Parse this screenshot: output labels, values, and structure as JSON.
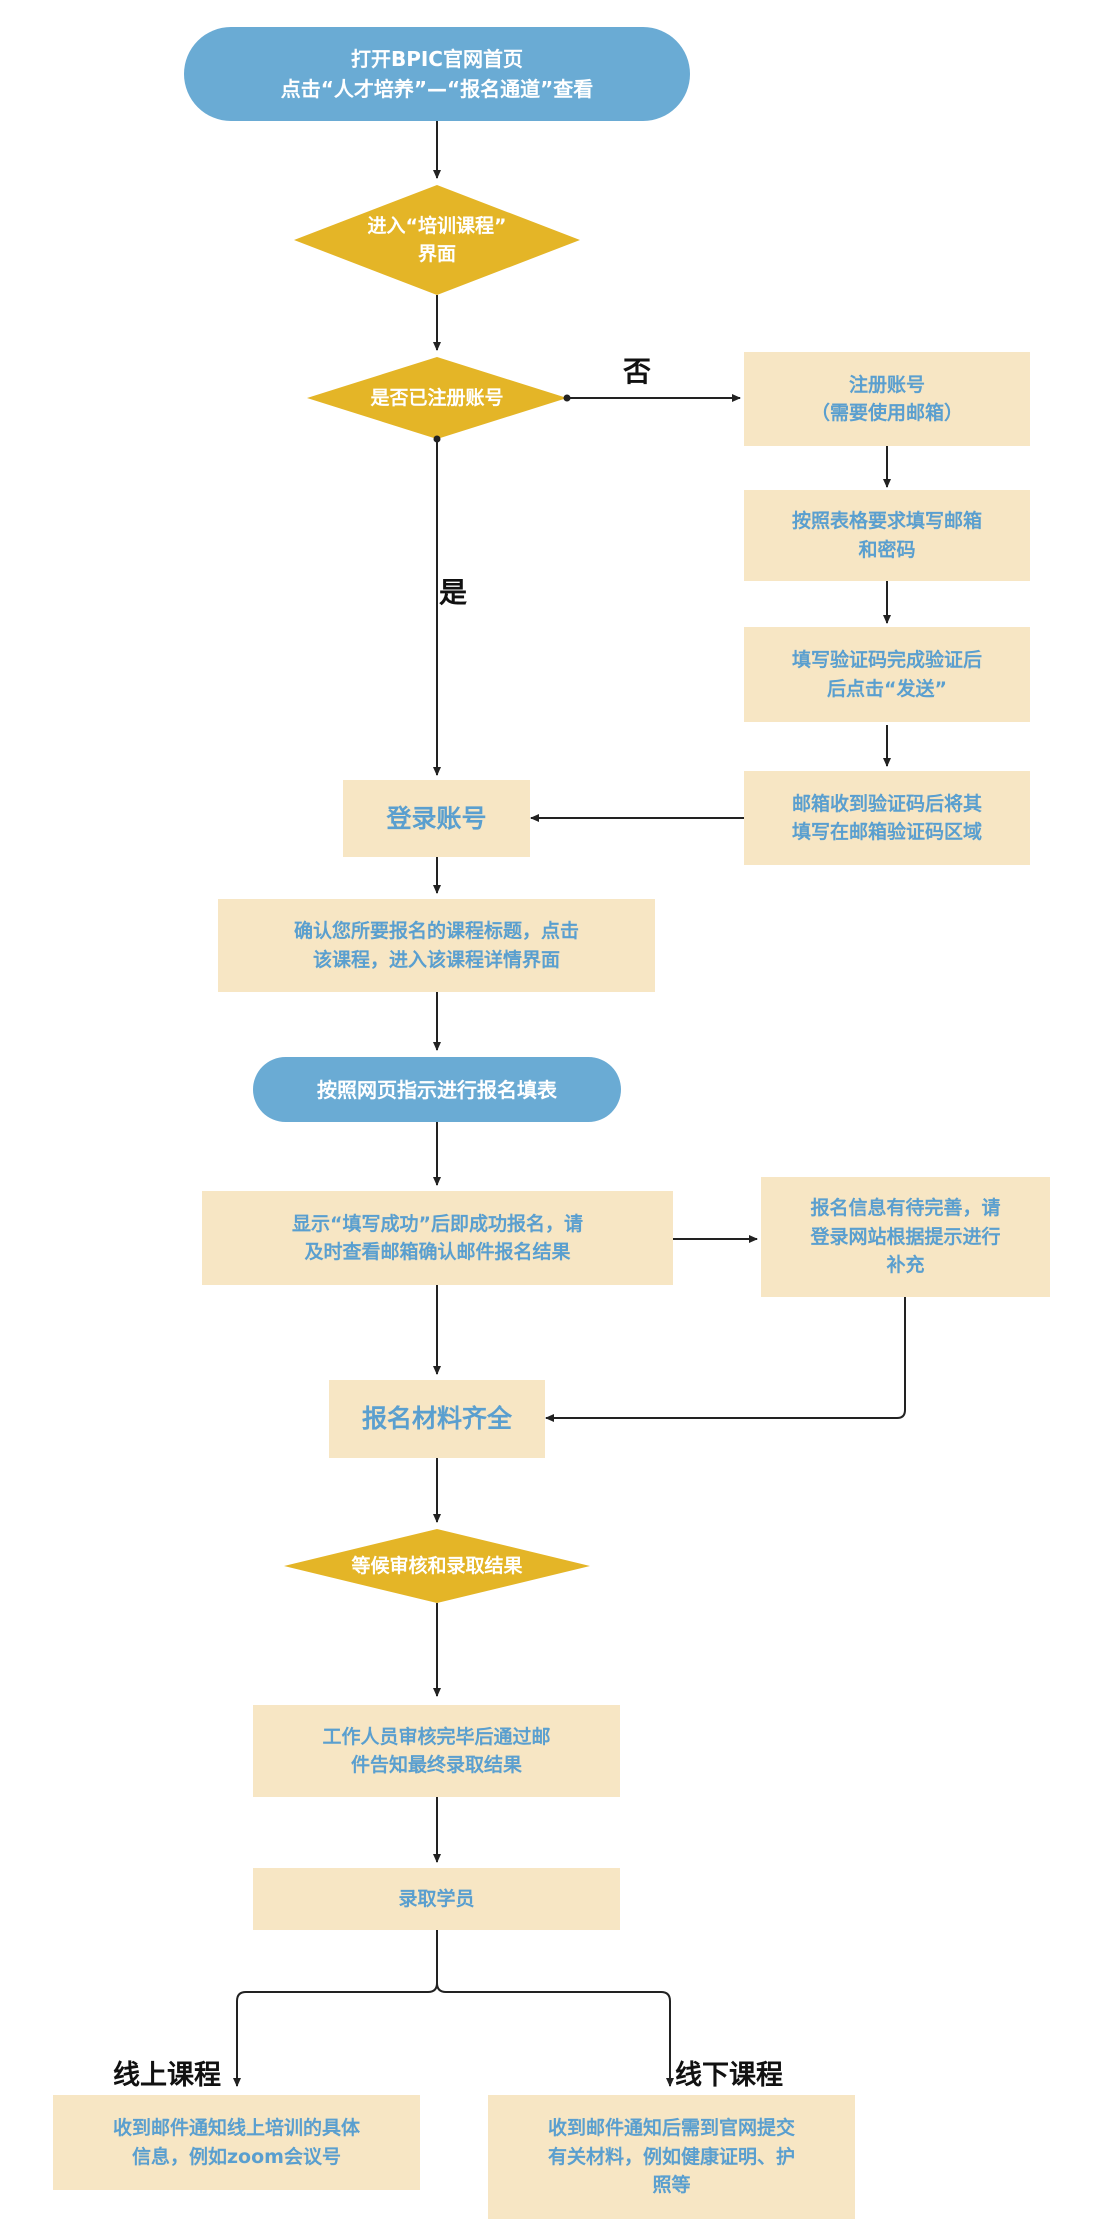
{
  "colors": {
    "pill": "#6aabd4",
    "diamond": "#e4b527",
    "box": "#f7e6c4",
    "box_text": "#5a9fcf",
    "line": "#222222"
  },
  "nodes": {
    "start": {
      "line1": "打开BPIC官网首页",
      "line2": "点击“人才培养”—“报名通道”查看"
    },
    "enter_courses": {
      "line1": "进入“培训课程”",
      "line2": "界面"
    },
    "registered_check": {
      "label": "是否已注册账号"
    },
    "register_account": {
      "line1": "注册账号",
      "line2": "（需要使用邮箱）"
    },
    "fill_email": {
      "line1": "按照表格要求填写邮箱",
      "line2": "和密码"
    },
    "fill_code": {
      "line1": "填写验证码完成验证后",
      "line2": "后点击“发送”"
    },
    "email_code": {
      "line1": "邮箱收到验证码后将其",
      "line2": "填写在邮箱验证码区域"
    },
    "login": {
      "label": "登录账号"
    },
    "confirm_course": {
      "line1": "确认您所要报名的课程标题，点击",
      "line2": "该课程，进入该课程详情界面"
    },
    "fill_form": {
      "label": "按照网页指示进行报名填表"
    },
    "show_success": {
      "line1": "显示“填写成功”后即成功报名，请",
      "line2": "及时查看邮箱确认邮件报名结果"
    },
    "info_pending": {
      "line1": "报名信息有待完善，请",
      "line2": "登录网站根据提示进行",
      "line3": "补充"
    },
    "materials_complete": {
      "label": "报名材料齐全"
    },
    "wait_review": {
      "label": "等候审核和录取结果"
    },
    "staff_review": {
      "line1": "工作人员审核完毕后通过邮",
      "line2": "件告知最终录取结果"
    },
    "admitted": {
      "label": "录取学员"
    },
    "online_info": {
      "line1": "收到邮件通知线上培训的具体",
      "line2": "信息，例如zoom会议号"
    },
    "offline_info": {
      "line1": "收到邮件通知后需到官网提交",
      "line2": "有关材料，例如健康证明、护",
      "line3": "照等"
    }
  },
  "edge_labels": {
    "no": "否",
    "yes": "是",
    "online": "线上课程",
    "offline": "线下课程"
  }
}
